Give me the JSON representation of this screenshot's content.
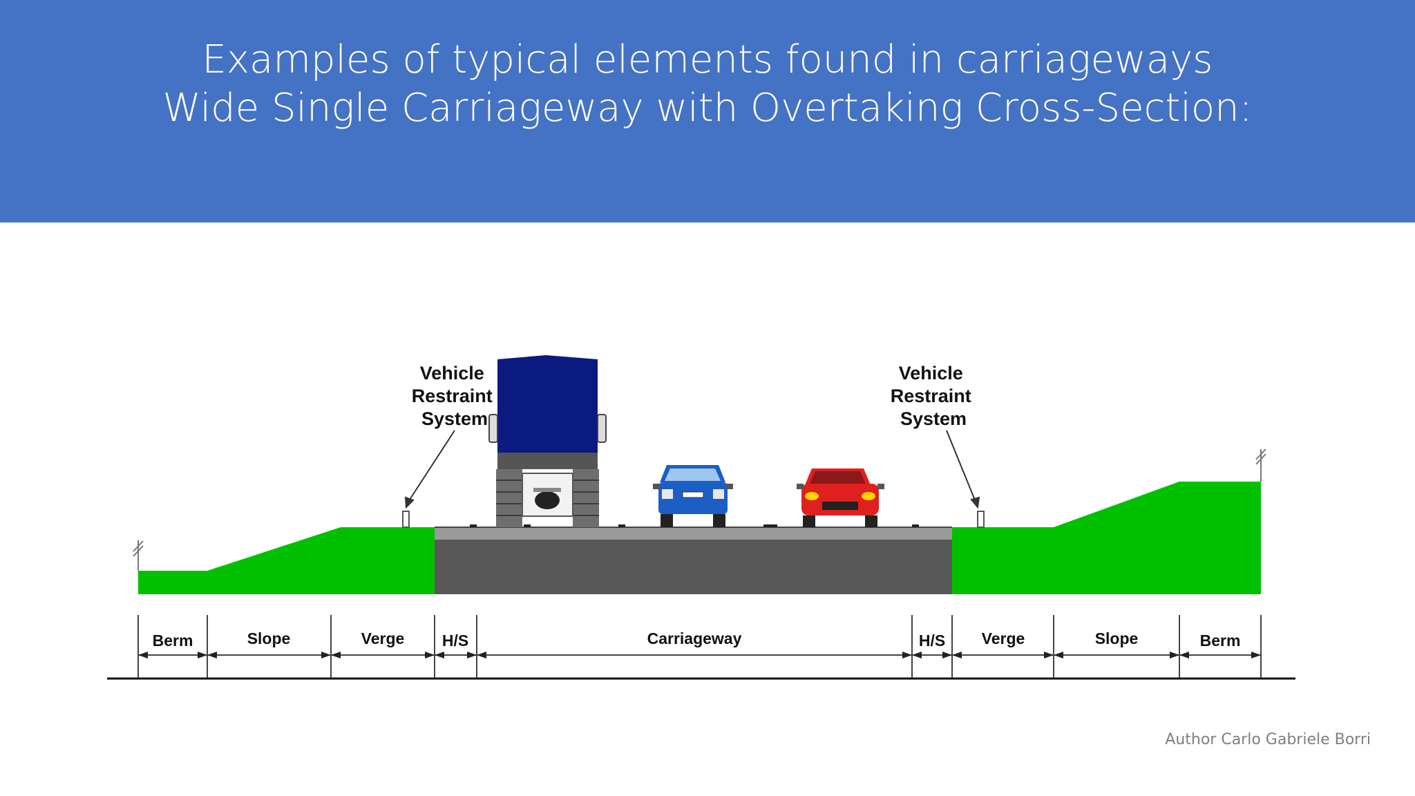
{
  "title": {
    "line1": "Examples of typical elements found in carriageways",
    "line2": "Wide Single Carriageway with Overtaking Cross-Section:"
  },
  "diagram": {
    "callouts": {
      "left": [
        "Vehicle",
        "Restraint",
        "System"
      ],
      "right": [
        "Vehicle",
        "Restraint",
        "System"
      ]
    },
    "segments": {
      "berm_left": "Berm",
      "slope_left": "Slope",
      "verge_left": "Verge",
      "hs_left": "H/S",
      "carriageway": "Carriageway",
      "hs_right": "H/S",
      "verge_right": "Verge",
      "slope_right": "Slope",
      "berm_right": "Berm"
    },
    "colors": {
      "grass": "#00c000",
      "road": "#585858",
      "truck": "#0a1a80",
      "car_blue": "#1b5fc4",
      "car_red": "#e0201f"
    }
  },
  "footer": {
    "author": "Author Carlo Gabriele Borri"
  }
}
